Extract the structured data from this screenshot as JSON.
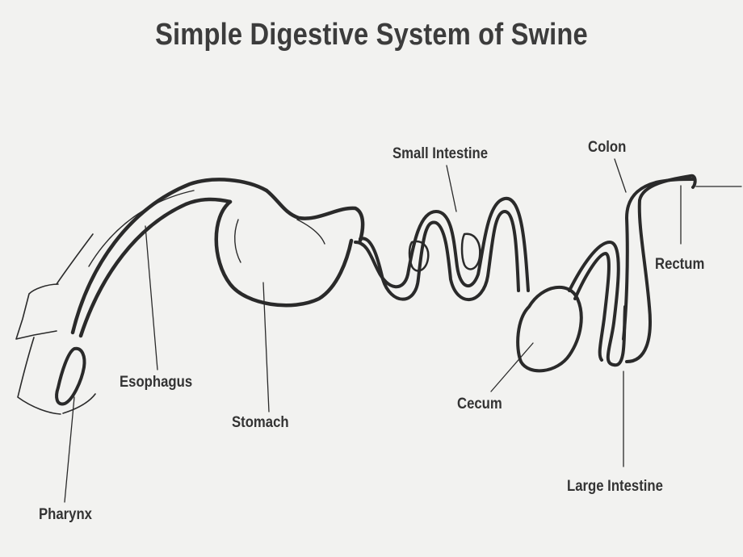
{
  "title": "Simple Digestive System of Swine",
  "labels": {
    "small_intestine": "Small Intestine",
    "colon": "Colon",
    "rectum": "Rectum",
    "esophagus": "Esophagus",
    "stomach": "Stomach",
    "cecum": "Cecum",
    "large_intestine": "Large Intestine",
    "pharynx": "Pharynx"
  },
  "colors": {
    "ink": "#2a2a2a",
    "background": "#f2f2f0"
  }
}
